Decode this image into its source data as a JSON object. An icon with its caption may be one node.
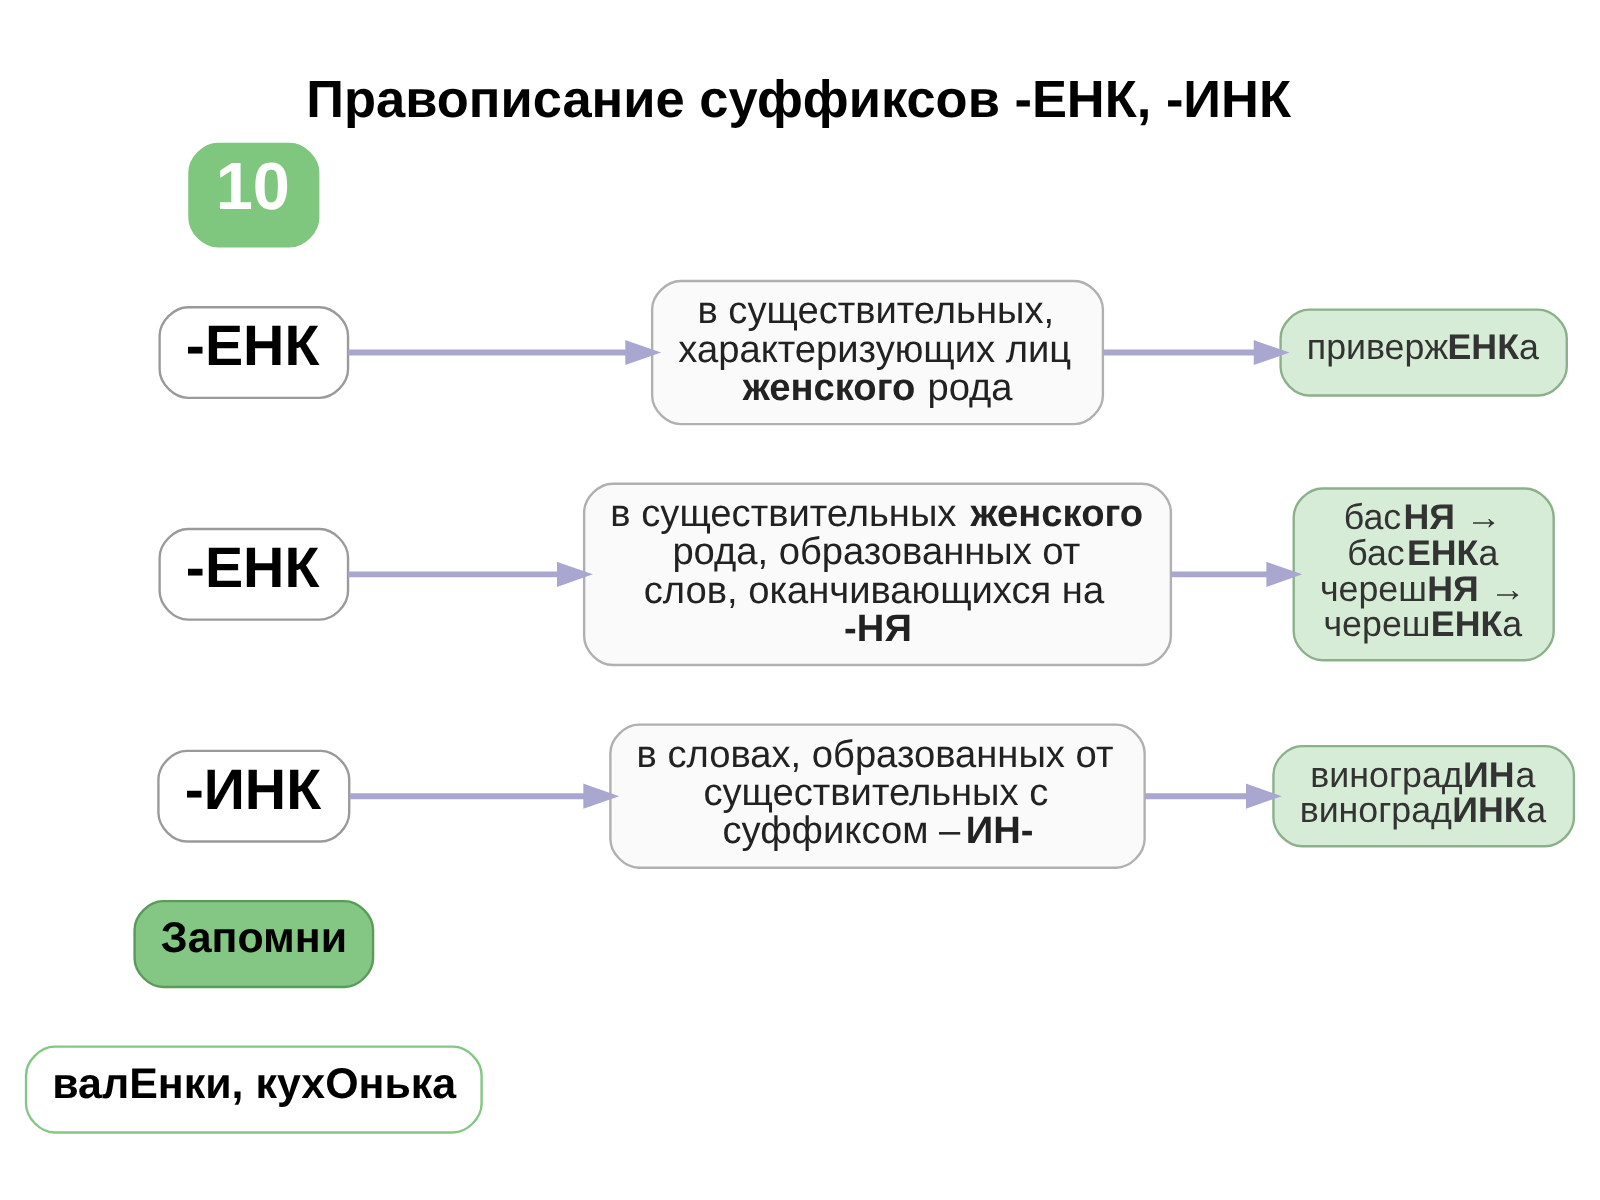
{
  "diagram": {
    "title": "Правописание суффиксов -ЕНК, -ИНК",
    "nodes": [
      {
        "text": [
          "-ЕНК"
        ]
      },
      {
        "text": [
          "-ЕНК"
        ]
      },
      {
        "text": [
          "в существительных, характеризующих лиц **женского** рода"
        ]
      },
      {
        "text": [
          "приверж**ЕНК**а"
        ]
      },
      {
        "text": [
          "в существительных **женского** рода, образованных от слов, оканчивающихся на **-НЯ**"
        ]
      },
      {
        "text": [
          "бас**НЯ** → бас**ЕНК**а череш**НЯ** → череш**ЕНК**а"
        ]
      },
      {
        "text": [
          "-ИНК"
        ]
      },
      {
        "text": [
          "в словах, образованных от существительных с суффиксом –**ИН-**"
        ]
      },
      {
        "text": [
          "виноград**ИН**а виноград**ИНК**а"
        ]
      },
      {
        "text": [
          "Запомни"
        ]
      },
      {
        "text": [
          "валЕнки, кухОнька"
        ]
      }
    ],
    "edges": [
      {
        "from": 0,
        "to": 2,
        "arrow": "to"
      },
      {
        "from": 1,
        "to": 4,
        "arrow": "to"
      },
      {
        "from": 2,
        "to": 3,
        "arrow": "to"
      },
      {
        "from": 4,
        "to": 5,
        "arrow": "to"
      },
      {
        "from": 6,
        "to": 7,
        "arrow": "to"
      },
      {
        "from": 7,
        "to": 8,
        "arrow": "to"
      }
    ],
    "labels": [
      "10"
    ]
  }
}
